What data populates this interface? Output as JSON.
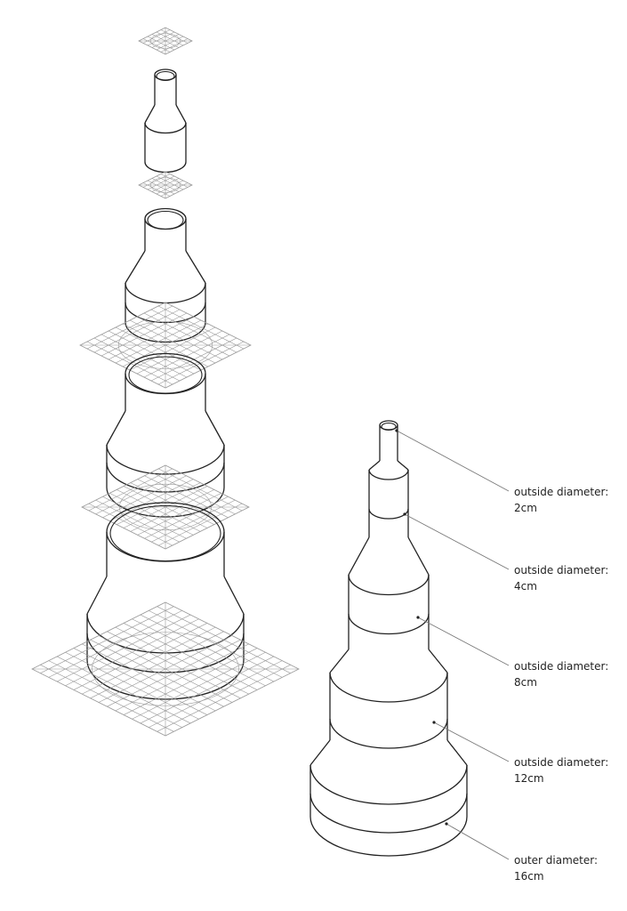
{
  "colors": {
    "line": "#222222",
    "grid": "#9a9a9a",
    "leader": "#7a7a7a",
    "background": "#ffffff"
  },
  "annotations": [
    {
      "id": "a1",
      "label": "outside diameter:",
      "value": "2cm"
    },
    {
      "id": "a2",
      "label": "outside diameter:",
      "value": "4cm"
    },
    {
      "id": "a3",
      "label": "outside diameter:",
      "value": "8cm"
    },
    {
      "id": "a4",
      "label": "outside diameter:",
      "value": "12cm"
    },
    {
      "id": "a5",
      "label": "outer diameter:",
      "value": "16cm"
    }
  ]
}
